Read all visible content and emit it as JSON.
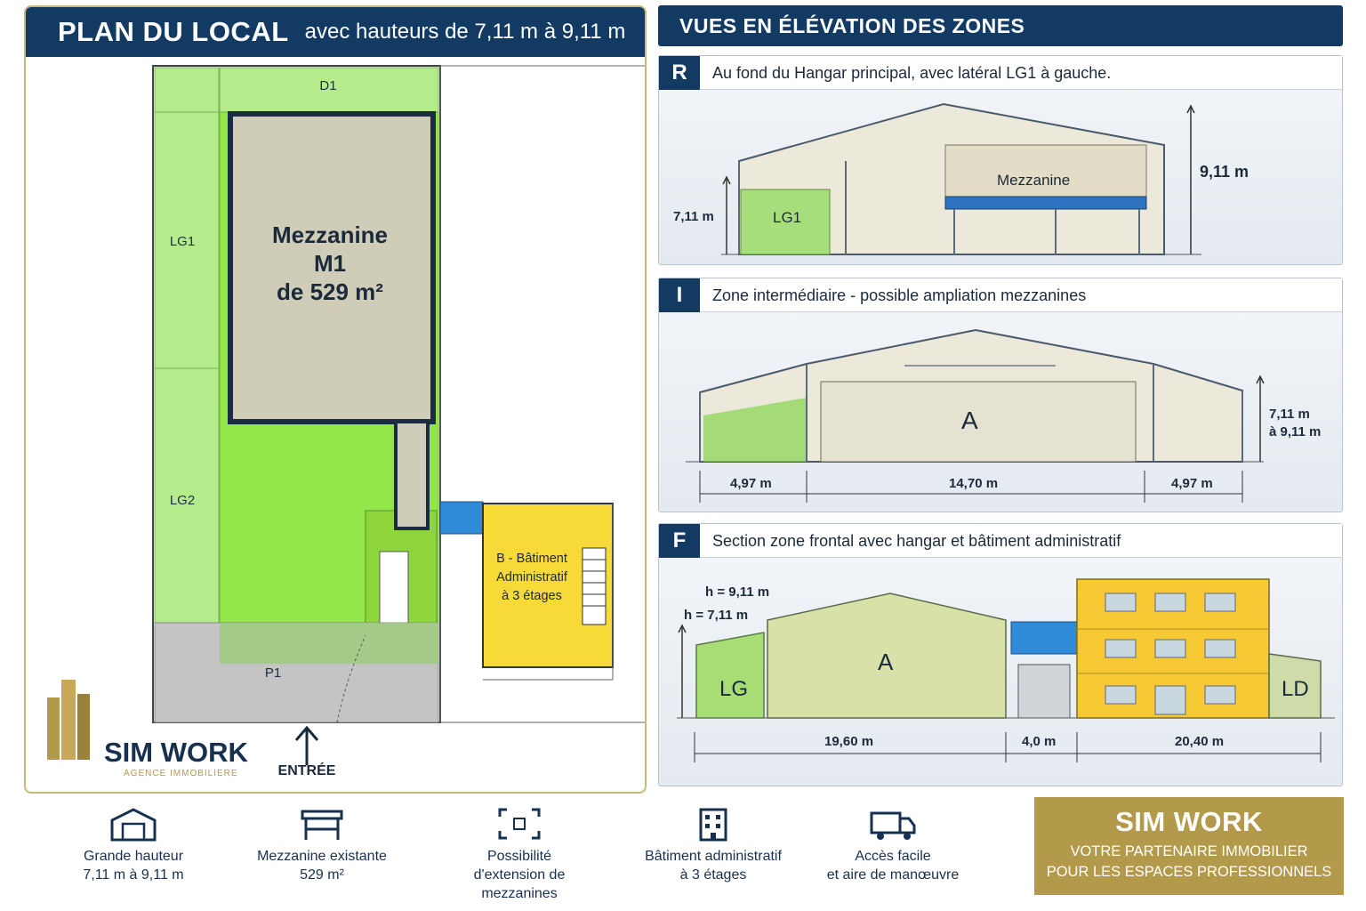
{
  "plan": {
    "title": "PLAN DU LOCAL",
    "subtitle": "avec hauteurs de 7,11 m à 9,11 m",
    "zones": {
      "d1": "D1",
      "lg1": "LG1",
      "lg2": "LG2",
      "p1": "P1",
      "mezzanine_line1": "Mezzanine",
      "mezzanine_line2": "M1",
      "mezzanine_line3": "de 529 m²",
      "admin_line1": "B - Bâtiment",
      "admin_line2": "Administratif",
      "admin_line3": "à 3 étages"
    },
    "entrance": "ENTRÉE",
    "logo_name": "SIM WORK",
    "logo_tagline": "AGENCE IMMOBILIERE"
  },
  "views": {
    "title": "VUES EN ÉLÉVATION DES ZONES",
    "r": {
      "letter": "R",
      "caption": "Au fond du Hangar principal, avec latéral LG1 à gauche.",
      "mezzanine": "Mezzanine",
      "lg1": "LG1",
      "height_low": "7,11 m",
      "height_high": "9,11 m"
    },
    "i": {
      "letter": "I",
      "caption": "Zone intermédiaire - possible ampliation mezzanines",
      "zone": "A",
      "height_line1": "7,11 m",
      "height_line2": "à 9,11 m",
      "dim_left": "4,97 m",
      "dim_center": "14,70 m",
      "dim_right": "4,97 m"
    },
    "f": {
      "letter": "F",
      "caption": "Section zone frontal avec hangar et bâtiment administratif",
      "h_high": "h = 9,11 m",
      "h_low": "h = 7,11 m",
      "lg": "LG",
      "a": "A",
      "ld": "LD",
      "dim_left": "19,60 m",
      "dim_center": "4,0 m",
      "dim_right": "20,40 m"
    }
  },
  "features": [
    {
      "icon": "hangar-icon",
      "line1": "Grande hauteur",
      "line2": "7,11 m à 9,11 m"
    },
    {
      "icon": "mezzanine-icon",
      "line1": "Mezzanine existante",
      "line2": "529 m²"
    },
    {
      "icon": "expand-icon",
      "line1": "Possibilité",
      "line2": "d'extension de mezzanines"
    },
    {
      "icon": "building-icon",
      "line1": "Bâtiment administratif",
      "line2": "à 3 étages"
    },
    {
      "icon": "truck-icon",
      "line1": "Accès facile",
      "line2": "et aire de manœuvre"
    }
  ],
  "brand": {
    "name": "SIM WORK",
    "tagline_line1": "VOTRE PARTENAIRE IMMOBILIER",
    "tagline_line2": "POUR LES ESPACES PROFESSIONNELS"
  },
  "colors": {
    "navy": "#123a63",
    "gold": "#b3994a",
    "light_green": "#b4ec8c",
    "bright_green": "#92e64a",
    "mezzanine_gray": "#cfcdb8",
    "admin_yellow": "#f7d937",
    "access_blue": "#2f8ad8"
  }
}
